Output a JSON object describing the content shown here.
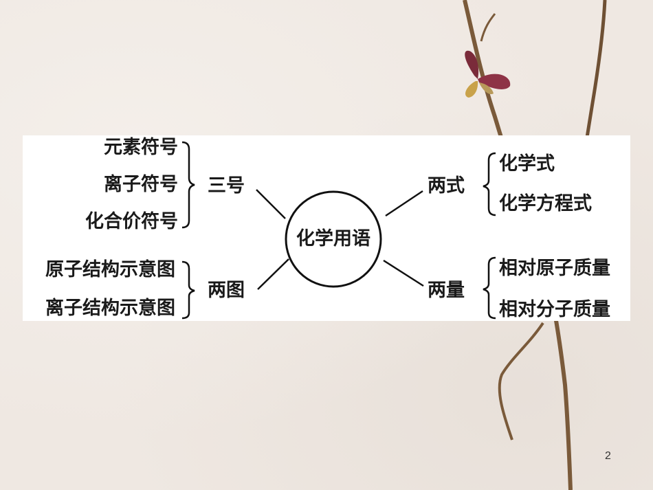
{
  "center": "化学用语",
  "branches": {
    "top_left": {
      "label": "三号",
      "items": [
        "元素符号",
        "离子符号",
        "化合价符号"
      ]
    },
    "bottom_left": {
      "label": "两图",
      "items": [
        "原子结构示意图",
        "离子结构示意图"
      ]
    },
    "top_right": {
      "label": "两式",
      "items": [
        "化学式",
        "化学方程式"
      ]
    },
    "bottom_right": {
      "label": "两量",
      "items": [
        "相对原子质量",
        "相对分子质量"
      ]
    }
  },
  "page_number": "2"
}
